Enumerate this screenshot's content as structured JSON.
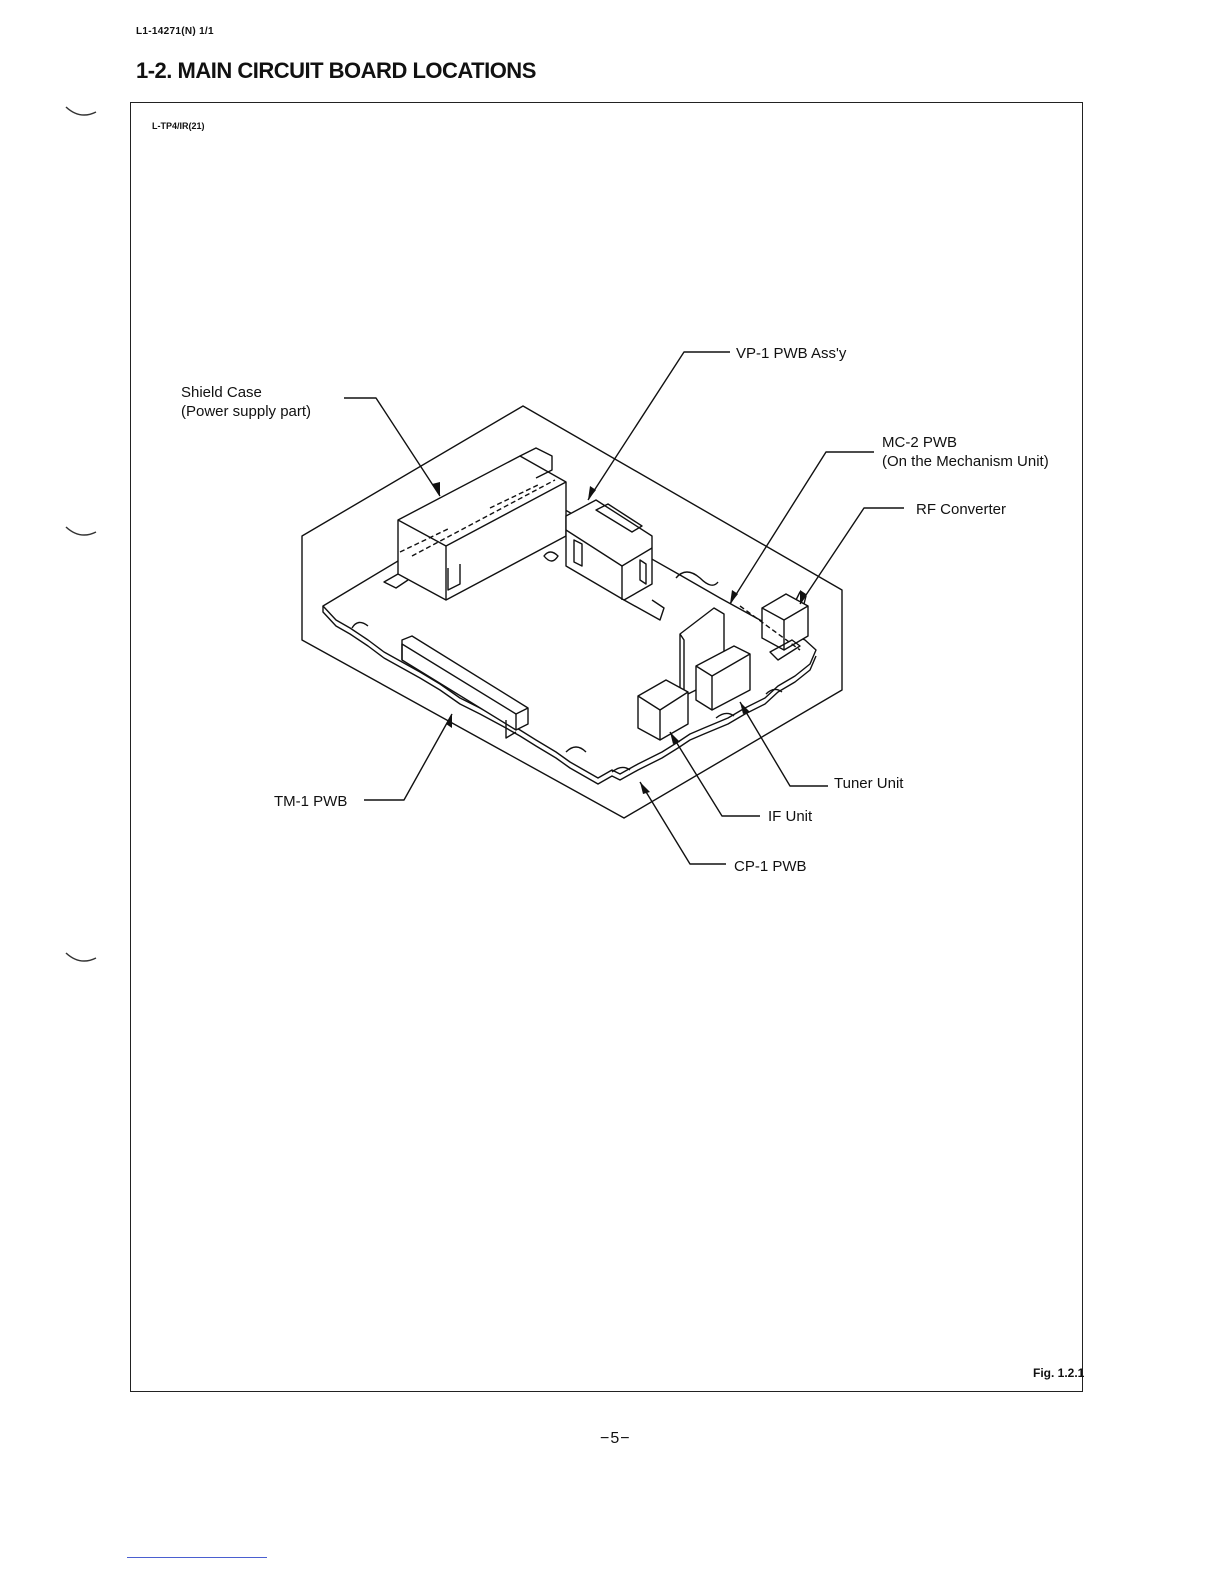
{
  "document_id": "L1-14271(N) 1/1",
  "section_title": "1-2. MAIN CIRCUIT BOARD LOCATIONS",
  "model_code": "L-TP4/IR(21)",
  "labels": {
    "shield_case_line1": "Shield Case",
    "shield_case_line2": "(Power supply part)",
    "vp1": "VP-1 PWB Ass'y",
    "mc2_line1": "MC-2 PWB",
    "mc2_line2": "(On the Mechanism Unit)",
    "rf": "RF Converter",
    "tuner": "Tuner Unit",
    "if_unit": "IF Unit",
    "cp1": "CP-1 PWB",
    "tm1": "TM-1 PWB"
  },
  "figure_label": "Fig. 1.2.1",
  "page_number": "−5−"
}
